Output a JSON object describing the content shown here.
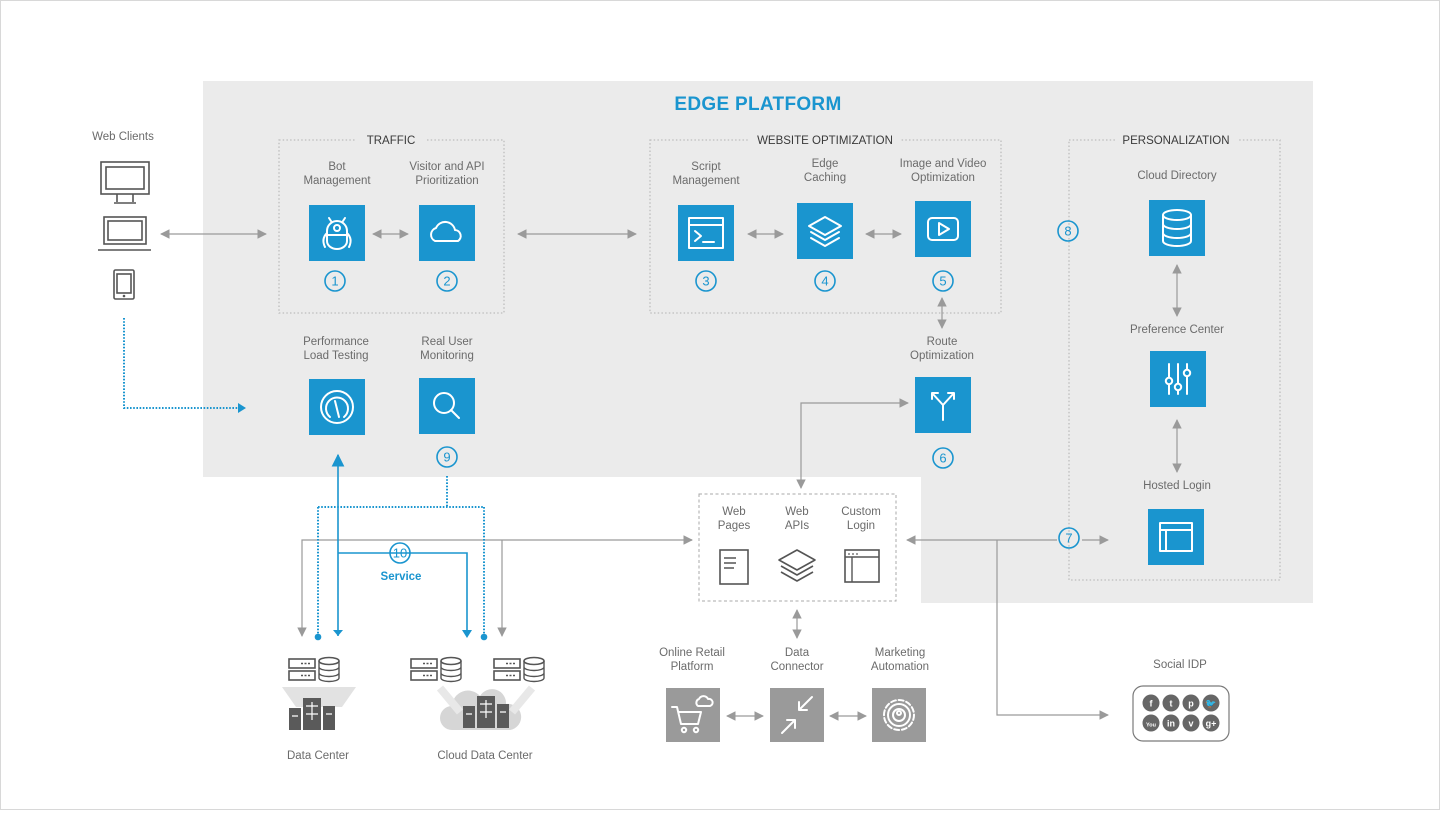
{
  "title": "EDGE PLATFORM",
  "colors": {
    "accent": "#1a95cf",
    "panel": "#ebebeb",
    "gray_box": "#9a9a9a",
    "line": "#9a9a9a",
    "text": "#6b6b6b"
  },
  "clients": {
    "label": "Web Clients",
    "devices": [
      "desktop-icon",
      "laptop-icon",
      "tablet-icon"
    ]
  },
  "sections": {
    "traffic": "TRAFFIC",
    "website_optimization": "WEBSITE OPTIMIZATION",
    "personalization": "PERSONALIZATION"
  },
  "nodes": {
    "bot": {
      "label1": "Bot",
      "label2": "Management",
      "num": "1",
      "icon": "robot-icon"
    },
    "visitor": {
      "label1": "Visitor and API",
      "label2": "Prioritization",
      "num": "2",
      "icon": "cloud-icon"
    },
    "script": {
      "label1": "Script",
      "label2": "Management",
      "num": "3",
      "icon": "terminal-icon"
    },
    "caching": {
      "label1": "Edge",
      "label2": "Caching",
      "num": "4",
      "icon": "layers-icon"
    },
    "media": {
      "label1": "Image and Video",
      "label2": "Optimization",
      "num": "5",
      "icon": "play-icon"
    },
    "route": {
      "label1": "Route",
      "label2": "Optimization",
      "num": "6",
      "icon": "fork-icon"
    },
    "hosted_login": {
      "label": "Hosted Login",
      "num": "7",
      "icon": "window-icon"
    },
    "cloud_directory": {
      "label": "Cloud Directory",
      "num": "8",
      "icon": "database-icon"
    },
    "preference": {
      "label": "Preference Center",
      "icon": "sliders-icon"
    },
    "perf": {
      "label1": "Performance",
      "label2": "Load Testing",
      "icon": "gauge-icon"
    },
    "rum": {
      "label1": "Real User",
      "label2": "Monitoring",
      "num": "9",
      "icon": "search-icon"
    },
    "service": {
      "num": "10",
      "label": "Service"
    }
  },
  "origin": {
    "web_pages": {
      "label1": "Web",
      "label2": "Pages",
      "icon": "document-icon"
    },
    "web_apis": {
      "label1": "Web",
      "label2": "APIs",
      "icon": "layers-icon"
    },
    "custom_login": {
      "label1": "Custom",
      "label2": "Login",
      "icon": "window-icon"
    }
  },
  "integrations": {
    "retail": {
      "label1": "Online Retail",
      "label2": "Platform",
      "icon": "cart-icon"
    },
    "connector": {
      "label1": "Data",
      "label2": "Connector",
      "icon": "compress-icon"
    },
    "marketing": {
      "label1": "Marketing",
      "label2": "Automation",
      "icon": "gear-icon"
    }
  },
  "data_centers": {
    "dc": "Data Center",
    "cloud_dc": "Cloud Data Center"
  },
  "social": {
    "label": "Social IDP",
    "providers": [
      "facebook",
      "tumblr",
      "pinterest",
      "twitter",
      "youtube",
      "linkedin",
      "vimeo",
      "google-plus"
    ],
    "glyphs": [
      "f",
      "t",
      "p",
      "🐦",
      "You",
      "in",
      "v",
      "g+"
    ]
  }
}
